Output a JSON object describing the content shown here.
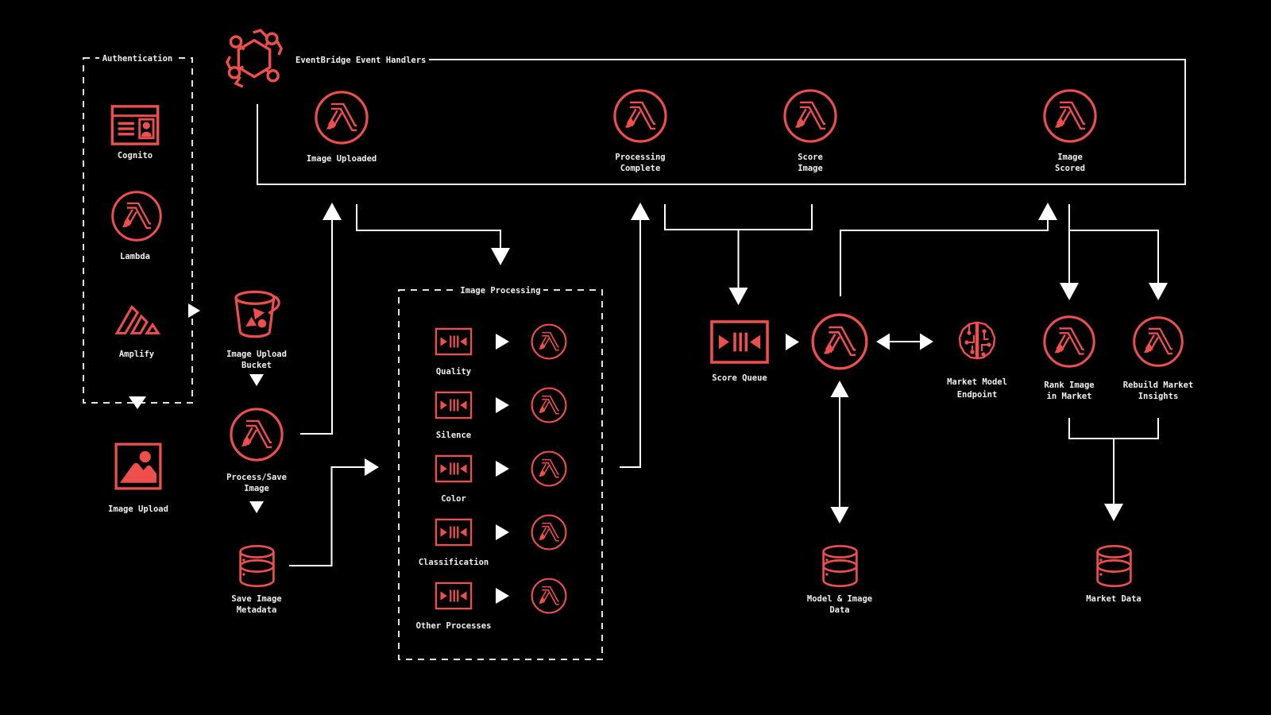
{
  "colors": {
    "background": "#000000",
    "accent": "#ee4f4c",
    "line": "#ffffff",
    "text": "#f0f0f0"
  },
  "auth": {
    "label": "Authentication",
    "cognito": "Cognito",
    "lambda": "Lambda",
    "amplify": "Amplify"
  },
  "image_upload": {
    "label": "Image Upload"
  },
  "bucket": {
    "line1": "Image Upload",
    "line2": "Bucket"
  },
  "process_save": {
    "line1": "Process/Save",
    "line2": "Image"
  },
  "save_metadata": {
    "line1": "Save Image",
    "line2": "Metadata"
  },
  "eventbridge": {
    "label": "EventBridge Event Handlers",
    "image_uploaded": "Image Uploaded",
    "processing_complete1": "Processing",
    "processing_complete2": "Complete",
    "score_image1": "Score",
    "score_image2": "Image",
    "image_scored1": "Image",
    "image_scored2": "Scored"
  },
  "image_processing": {
    "label": "Image Processing",
    "rows": [
      {
        "label": "Quality"
      },
      {
        "label": "Silence"
      },
      {
        "label": "Color"
      },
      {
        "label": "Classification"
      },
      {
        "label": "Other Processes"
      }
    ]
  },
  "score_queue": {
    "label": "Score Queue"
  },
  "market_model": {
    "line1": "Market Model",
    "line2": "Endpoint"
  },
  "rank_image": {
    "line1": "Rank Image",
    "line2": "in Market"
  },
  "rebuild_insights": {
    "line1": "Rebuild Market",
    "line2": "Insights"
  },
  "model_image_data": {
    "line1": "Model & Image",
    "line2": "Data"
  },
  "market_data": {
    "label": "Market Data"
  }
}
